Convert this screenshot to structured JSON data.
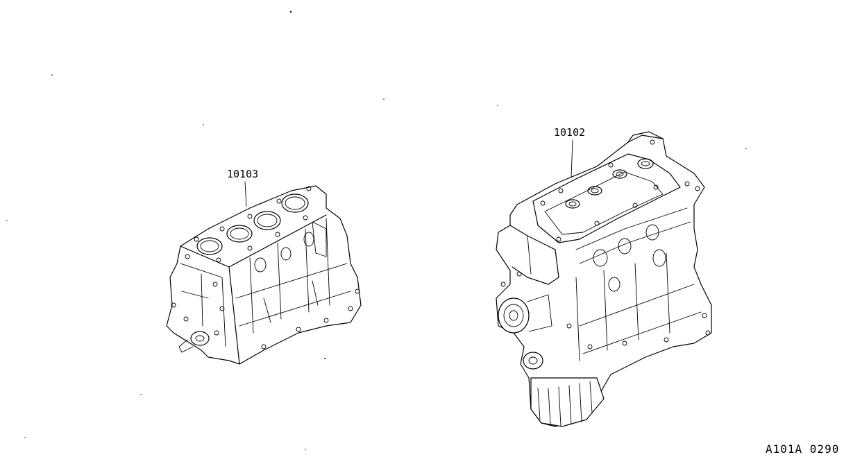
{
  "parts": [
    {
      "id": "short-block",
      "number": "10103"
    },
    {
      "id": "engine-assembly",
      "number": "10102"
    }
  ],
  "diagram_code": "A101A 0290"
}
